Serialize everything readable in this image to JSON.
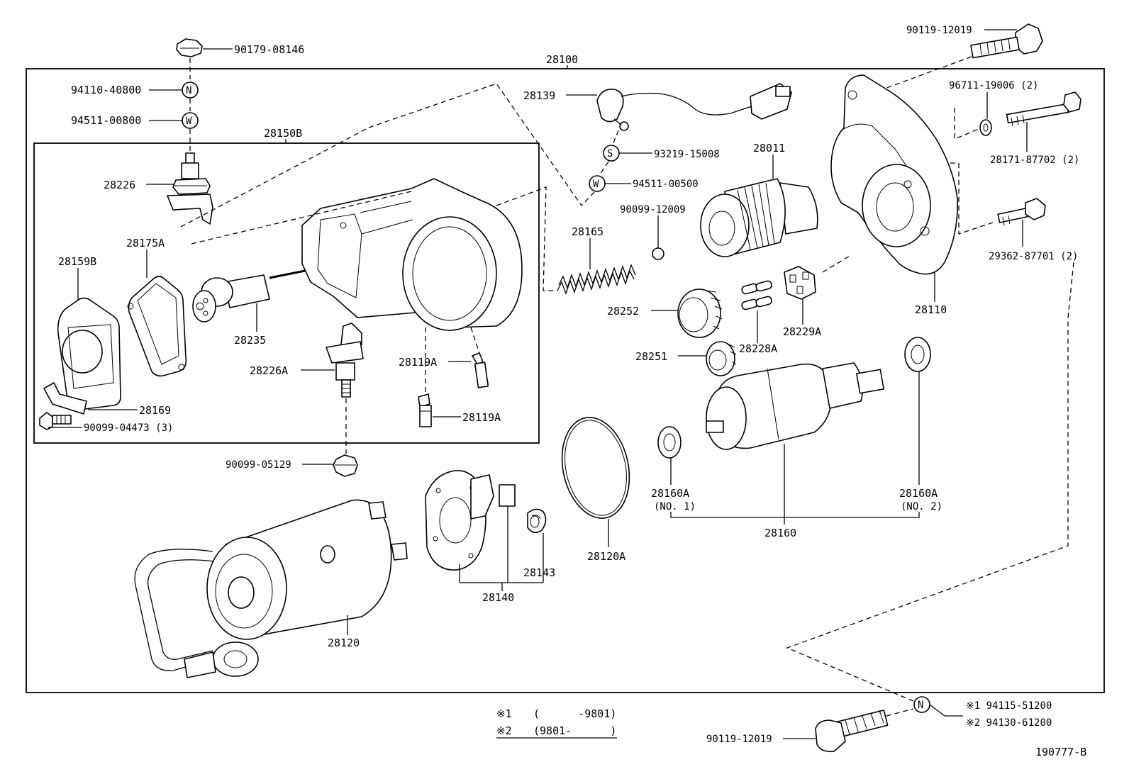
{
  "diagram": {
    "id_code": "190777-B",
    "assemblies": {
      "main": "28100",
      "solenoid_group": "28150B"
    },
    "parts": {
      "p90179_08146": "90179-08146",
      "p94110_40800": "94110-40800",
      "p94511_00800": "94511-00800",
      "p28226": "28226",
      "p28175A": "28175A",
      "p28159B": "28159B",
      "p28235": "28235",
      "p28226A": "28226A",
      "p28119A_a": "28119A",
      "p28119A_b": "28119A",
      "p28169": "28169",
      "p90099_04473": "90099-04473 (3)",
      "p90099_05129": "90099-05129",
      "p28139": "28139",
      "p93219_15008": "93219-15008",
      "p94511_00500": "94511-00500",
      "p90099_12009": "90099-12009",
      "p28165": "28165",
      "p28011": "28011",
      "p28252": "28252",
      "p28251": "28251",
      "p28228A": "28228A",
      "p28229A": "28229A",
      "p90119_12019_top": "90119-12019",
      "p96711_19006": "96711-19006 (2)",
      "p28171_87702": "28171-87702 (2)",
      "p29362_87701": "29362-87701 (2)",
      "p28110": "28110",
      "p28160A_1": "28160A",
      "p28160A_1_note": "(NO. 1)",
      "p28160A_2": "28160A",
      "p28160A_2_note": "(NO. 2)",
      "p28160": "28160",
      "p28120A": "28120A",
      "p28143": "28143",
      "p28140": "28140",
      "p28120": "28120",
      "p90119_12019_bot": "90119-12019"
    },
    "washer_marks": {
      "n_top": "N",
      "w_top": "W",
      "s_mid": "S",
      "w_mid": "W",
      "n_bot": "N"
    },
    "notes": {
      "n1_mark": "※1",
      "n1_range": "(      -9801)",
      "n2_mark": "※2",
      "n2_range": "(9801-      )",
      "n1_part": "※1 94115-51200",
      "n2_part": "※2 94130-61200"
    }
  }
}
